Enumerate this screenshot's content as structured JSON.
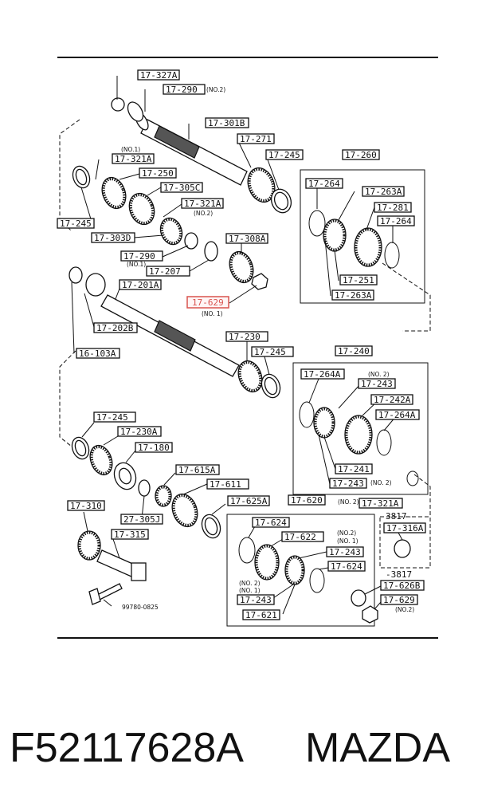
{
  "labels": [
    "17-327A",
    "17-290",
    "17-301B",
    "17-271",
    "17-245",
    "17-321A",
    "17-250",
    "17-305C",
    "17-321A",
    "17-245",
    "17-303D",
    "17-290",
    "17-207",
    "17-308A",
    "17-260",
    "17-264",
    "17-263A",
    "17-281",
    "17-264",
    "17-251",
    "17-263A",
    "17-201A",
    "17-202B",
    "16-103A",
    "17-230",
    "17-245",
    "17-240",
    "17-264A",
    "17-243",
    "17-242A",
    "17-264A",
    "17-241",
    "17-243",
    "17-245",
    "17-230A",
    "17-180",
    "17-615A",
    "17-611",
    "17-625A",
    "17-310",
    "27-305J",
    "17-315",
    "17-620",
    "17-624",
    "17-622",
    "17-243",
    "17-624",
    "17-243",
    "17-621",
    "17-321A",
    "3817-",
    "17-316A",
    "-3817",
    "17-626B",
    "17-629"
  ],
  "highlight_label": "17-629",
  "notes": [
    "(NO.2)",
    "(NO.1)",
    "(NO.2)",
    "(NO. 1)",
    "(NO.1)",
    "(NO. 2)",
    "(NO. 2)",
    "(NO.2)",
    "(NO. 2)",
    "(NO. 1)",
    "(NO. 2)",
    "(NO. 1)",
    "(NO.2)"
  ],
  "bolt_code": "99780-0825",
  "footer": {
    "part_number": "F52117628A",
    "brand": "MAZDA"
  }
}
